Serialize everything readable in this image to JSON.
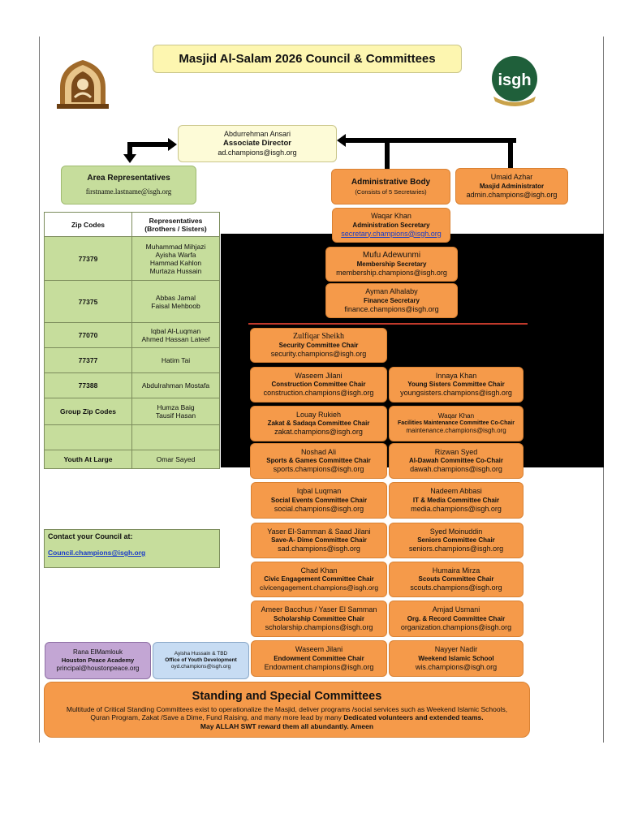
{
  "header": {
    "title": "Masjid Al-Salam 2026 Council & Committees"
  },
  "logos": {
    "left": "masjid-dome-logo",
    "right": "isgh-logo"
  },
  "associate_director": {
    "name": "Abdurrehman Ansari",
    "role": "Associate Director",
    "email": "ad.champions@isgh.org"
  },
  "area_reps": {
    "title": "Area Representatives",
    "email": "firstname.lastname@isgh.org"
  },
  "zip_table": {
    "col1": "Zip Codes",
    "col2": "Representatives",
    "col2_sub": "(Brothers / Sisters)",
    "rows": [
      {
        "zip": "77379",
        "names": [
          "Muhammad Mihjazi",
          "Ayisha Warfa",
          "Hammad Kahlon",
          "Murtaza Hussain"
        ]
      },
      {
        "zip": "77375",
        "names": [
          "Abbas Jamal",
          "Faisal Mehboob"
        ]
      },
      {
        "zip": "77070",
        "names": [
          "Iqbal Al-Luqman",
          "Ahmed Hassan Lateef"
        ]
      },
      {
        "zip": "77377",
        "names": [
          "Hatim Tai"
        ]
      },
      {
        "zip": "77388",
        "names": [
          "Abdulrahman Mostafa"
        ]
      },
      {
        "zip": "Group Zip Codes",
        "names": [
          "Humza Baig",
          "Tausif Hasan"
        ]
      },
      {
        "zip": "",
        "names": [
          ""
        ]
      },
      {
        "zip": "Youth At Large",
        "names": [
          "Omar Sayed"
        ]
      }
    ]
  },
  "contact": {
    "label": "Contact your Council at:",
    "email": "Council.champions@isgh.org"
  },
  "admin_body": {
    "title": "Administrative Body",
    "sub": "(Consists of  5 Secretaries)"
  },
  "masjid_admin": {
    "name": "Umaid Azhar",
    "role": "Masjid Administrator",
    "email": "admin.champions@isgh.org"
  },
  "secretaries": [
    {
      "name": "Waqar Khan",
      "role": "Administration Secretary",
      "email": "secretary.champions@isgh.org"
    },
    {
      "name": "Mufu Adewunmi",
      "role": "Membership Secretary",
      "email": "membership.champions@isgh.org"
    },
    {
      "name": "Ayman Alhalaby",
      "role": "Finance Secretary",
      "email": "finance.champions@isgh.org"
    }
  ],
  "security": {
    "name": "Zulfiqar Sheikh",
    "role": "Security Committee Chair",
    "email": "security.champions@isgh.org"
  },
  "committees_left": [
    {
      "name": "Waseem Jilani",
      "role": "Construction Committee Chair",
      "email": "construction.champions@isgh.org"
    },
    {
      "name": "Louay Rukieh",
      "role": "Zakat & Sadaqa Committee Chair",
      "email": "zakat.champions@isgh.org"
    },
    {
      "name": "Noshad Ali",
      "role": "Sports & Games Committee Chair",
      "email": "sports.champions@isgh.org"
    },
    {
      "name": "Iqbal Luqman",
      "role": "Social Events Committee Chair",
      "email": "social.champions@isgh.org"
    },
    {
      "name": "Yaser El-Samman & Saad Jilani",
      "role": "Save-A- Dime Committee Chair",
      "email": "sad.champions@isgh.org"
    },
    {
      "name": "Chad Khan",
      "role": "Civic Engagement Committee Chair",
      "email": "civicengagement.champions@isgh.org"
    },
    {
      "name": "Ameer Bacchus / Yaser El Samman",
      "role": "Scholarship Committee Chair",
      "email": "scholarship.champions@isgh.org"
    },
    {
      "name": "Waseem Jilani",
      "role": "Endowment Committee Chair",
      "email": "Endowment.champions@isgh.org"
    }
  ],
  "committees_right": [
    {
      "name": "Innaya Khan",
      "role": "Young Sisters Committee Chair",
      "email": "youngsisters.champions@isgh.org"
    },
    {
      "name": "Waqar Khan",
      "role": "Facilities Maintenance Committee Co-Chair",
      "email": "maintenance.champions@isgh.org"
    },
    {
      "name": "Rizwan Syed",
      "role": "Al-Dawah Committee Co-Chair",
      "email": "dawah.champions@isgh.org"
    },
    {
      "name": "Nadeem Abbasi",
      "role": "IT & Media Committee Chair",
      "email": "media.champions@isgh.org"
    },
    {
      "name": "Syed Moinuddin",
      "role": "Seniors Committee Chair",
      "email": "seniors.champions@isgh.org"
    },
    {
      "name": "Humaira Mirza",
      "role": "Scouts Committee Chair",
      "email": "scouts.champions@isgh.org"
    },
    {
      "name": "Amjad Usmani",
      "role": "Org. & Record  Committee Chair",
      "email": "organization.champions@isgh.org"
    },
    {
      "name": "Nayyer Nadir",
      "role": "Weekend Islamic School",
      "email": "wis.champions@isgh.org"
    }
  ],
  "peace_academy": {
    "name": "Rana ElMamlouk",
    "role": "Houston Peace Academy",
    "email": "principal@houstonpeace.org"
  },
  "youth_dev": {
    "name": "Ayisha Hussain & TBD",
    "role": "Office of Youth Development",
    "email": "oyd.champions@isgh.org"
  },
  "standing": {
    "title": "Standing and Special Committees",
    "line1": "Multitude of Critical Standing Committees exist to operationalize the Masjid, deliver programs /social services such as Weekend Islamic Schools,",
    "line2a": "Quran Program, Zakat /Save a Dime, Fund Raising,  and many more lead by many ",
    "line2b": "Dedicated volunteers and extended teams.",
    "line3": "May ALLAH SWT reward them all abundantly. Ameen"
  },
  "colors": {
    "orange": "#f59a4a",
    "green": "#c6dd9c",
    "title_bg": "#fdf6b0",
    "purple": "#c3a6d4",
    "blue": "#c7dcf3"
  }
}
